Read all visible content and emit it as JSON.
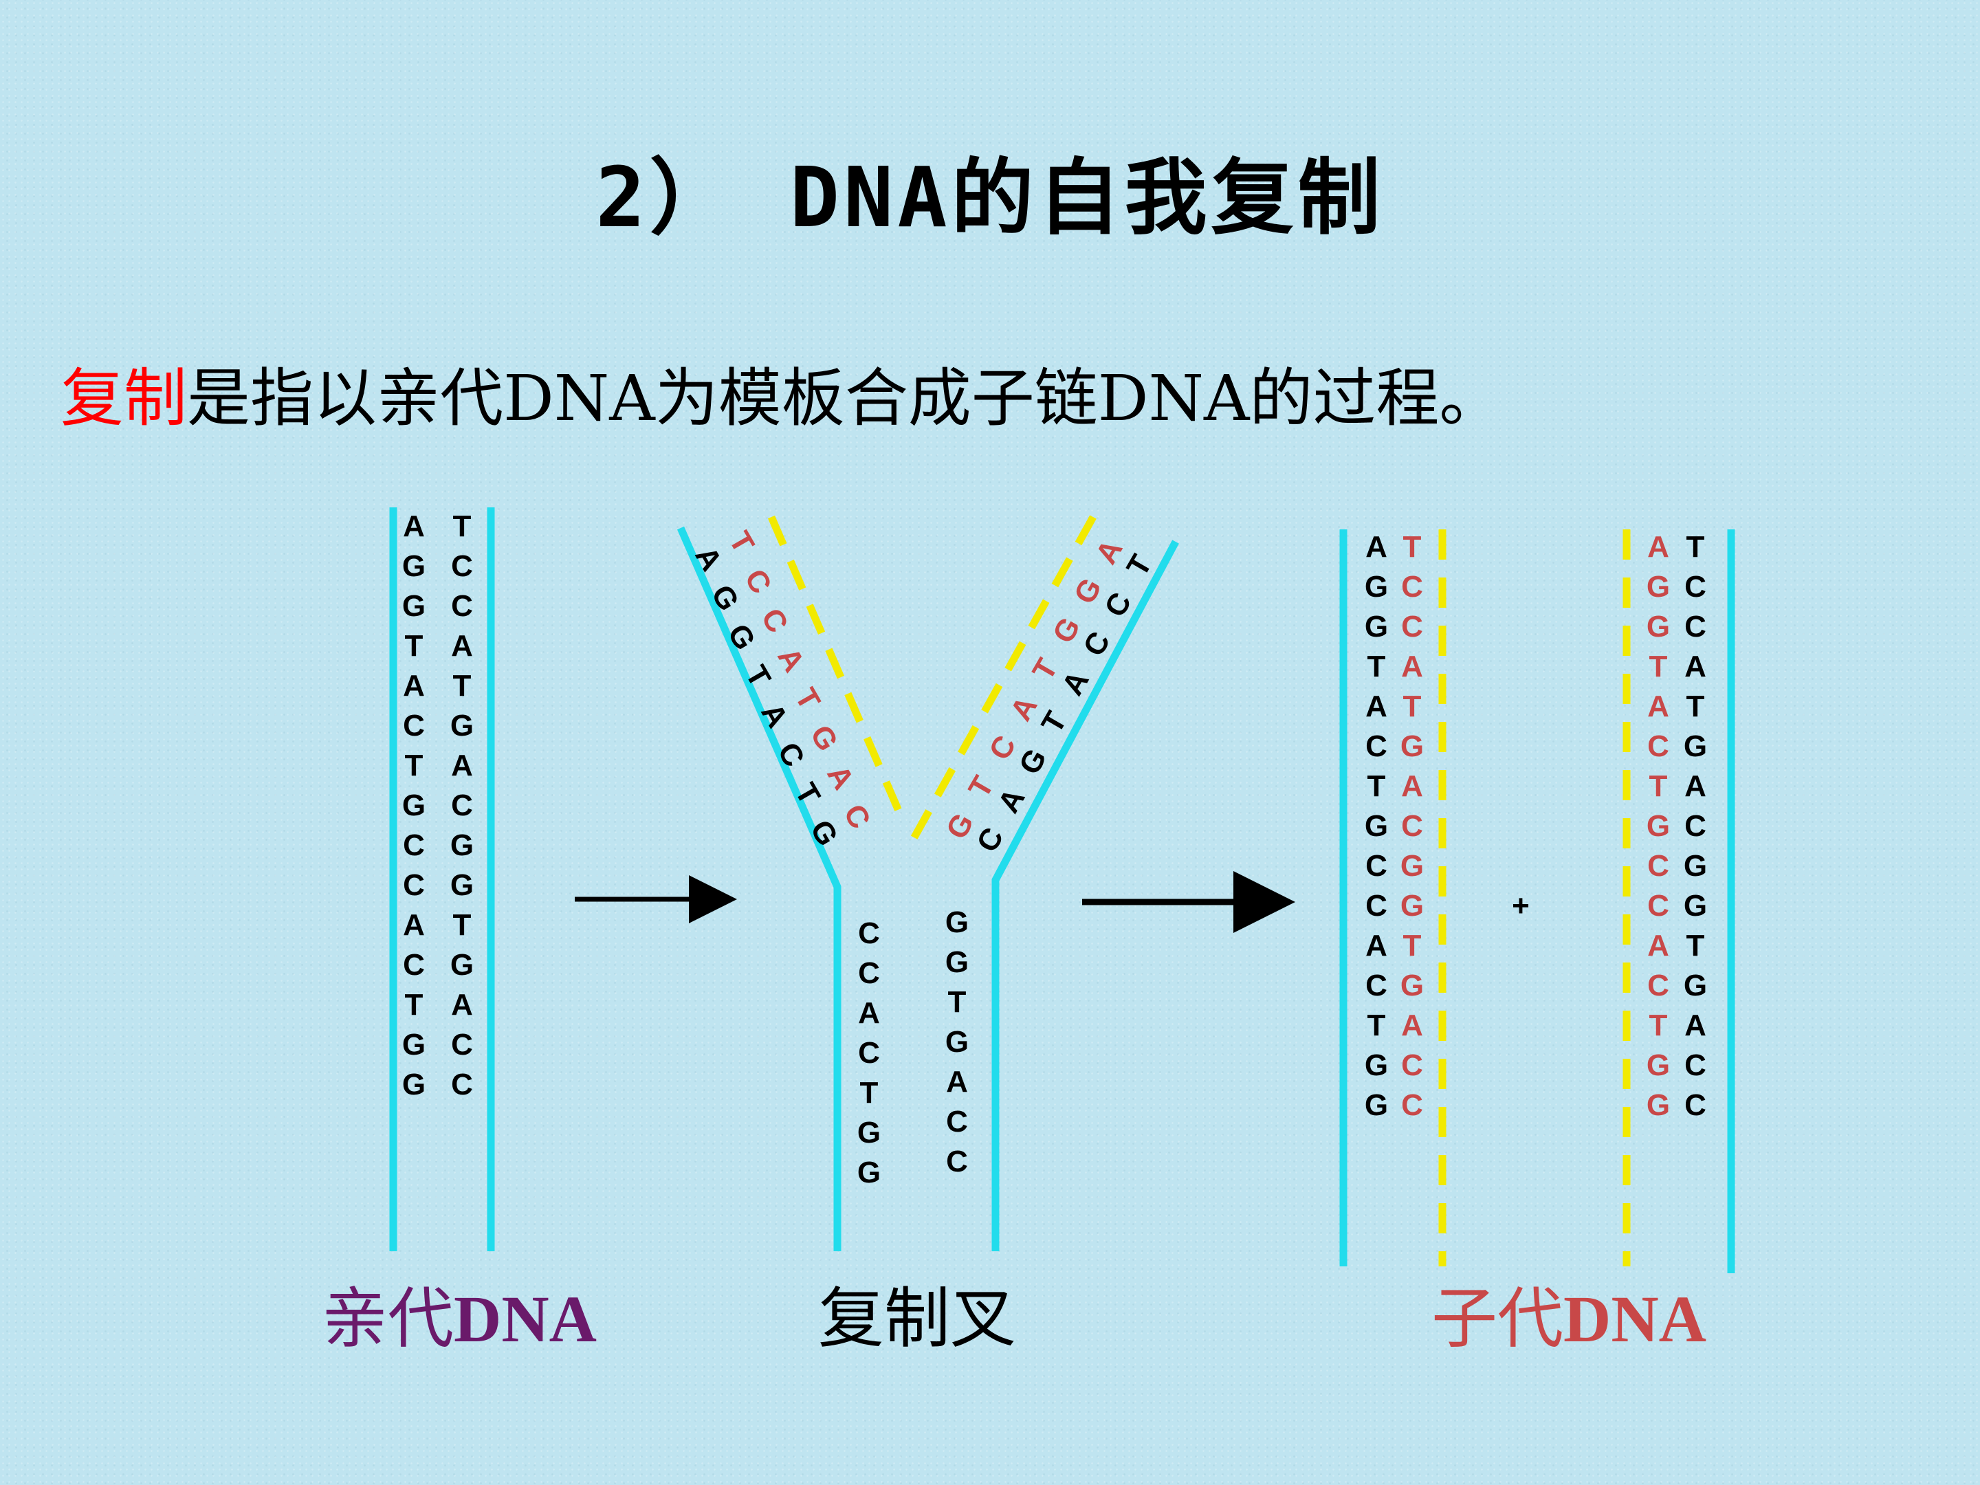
{
  "title": "2） DNA的自我复制",
  "intro": {
    "highlight": "复制",
    "rest": "是指以亲代DNA为模板合成子链DNA的过程。"
  },
  "colors": {
    "old_strand": "#22dcec",
    "new_strand": "#f2ea00",
    "old_base": "#000000",
    "new_base": "#c84848",
    "parent_label": "#6a1a6a",
    "fork_label": "#000000",
    "daughter_label": "#c84848"
  },
  "parent": {
    "left": [
      "A",
      "G",
      "G",
      "T",
      "A",
      "C",
      "T",
      "G",
      "C",
      "C",
      "A",
      "C",
      "T",
      "G",
      "G"
    ],
    "right": [
      "T",
      "C",
      "C",
      "A",
      "T",
      "G",
      "A",
      "C",
      "G",
      "G",
      "T",
      "G",
      "A",
      "C",
      "C"
    ]
  },
  "fork": {
    "left_arm_old": [
      "A",
      "G",
      "G",
      "T",
      "A",
      "C",
      "T",
      "G"
    ],
    "left_arm_new": [
      "T",
      "C",
      "C",
      "A",
      "T",
      "G",
      "A",
      "C"
    ],
    "right_arm_old": [
      "T",
      "C",
      "C",
      "A",
      "T",
      "G",
      "A",
      "C"
    ],
    "right_arm_new": [
      "A",
      "G",
      "G",
      "T",
      "A",
      "C",
      "T",
      "G"
    ],
    "stem_left": [
      "C",
      "C",
      "A",
      "C",
      "T",
      "G",
      "G"
    ],
    "stem_right": [
      "G",
      "G",
      "T",
      "G",
      "A",
      "C",
      "C"
    ]
  },
  "daughter1": {
    "old": [
      "A",
      "G",
      "G",
      "T",
      "A",
      "C",
      "T",
      "G",
      "C",
      "C",
      "A",
      "C",
      "T",
      "G",
      "G"
    ],
    "new": [
      "T",
      "C",
      "C",
      "A",
      "T",
      "G",
      "A",
      "C",
      "G",
      "G",
      "T",
      "G",
      "A",
      "C",
      "C"
    ]
  },
  "daughter2": {
    "new": [
      "A",
      "G",
      "G",
      "T",
      "A",
      "C",
      "T",
      "G",
      "C",
      "C",
      "A",
      "C",
      "T",
      "G",
      "G"
    ],
    "old": [
      "T",
      "C",
      "C",
      "A",
      "T",
      "G",
      "A",
      "C",
      "G",
      "G",
      "T",
      "G",
      "A",
      "C",
      "C"
    ]
  },
  "plus": "+",
  "labels": {
    "parent_cn": "亲代",
    "parent_en": "DNA",
    "fork": "复制叉",
    "daughter_cn": "子代",
    "daughter_en": "DNA"
  }
}
